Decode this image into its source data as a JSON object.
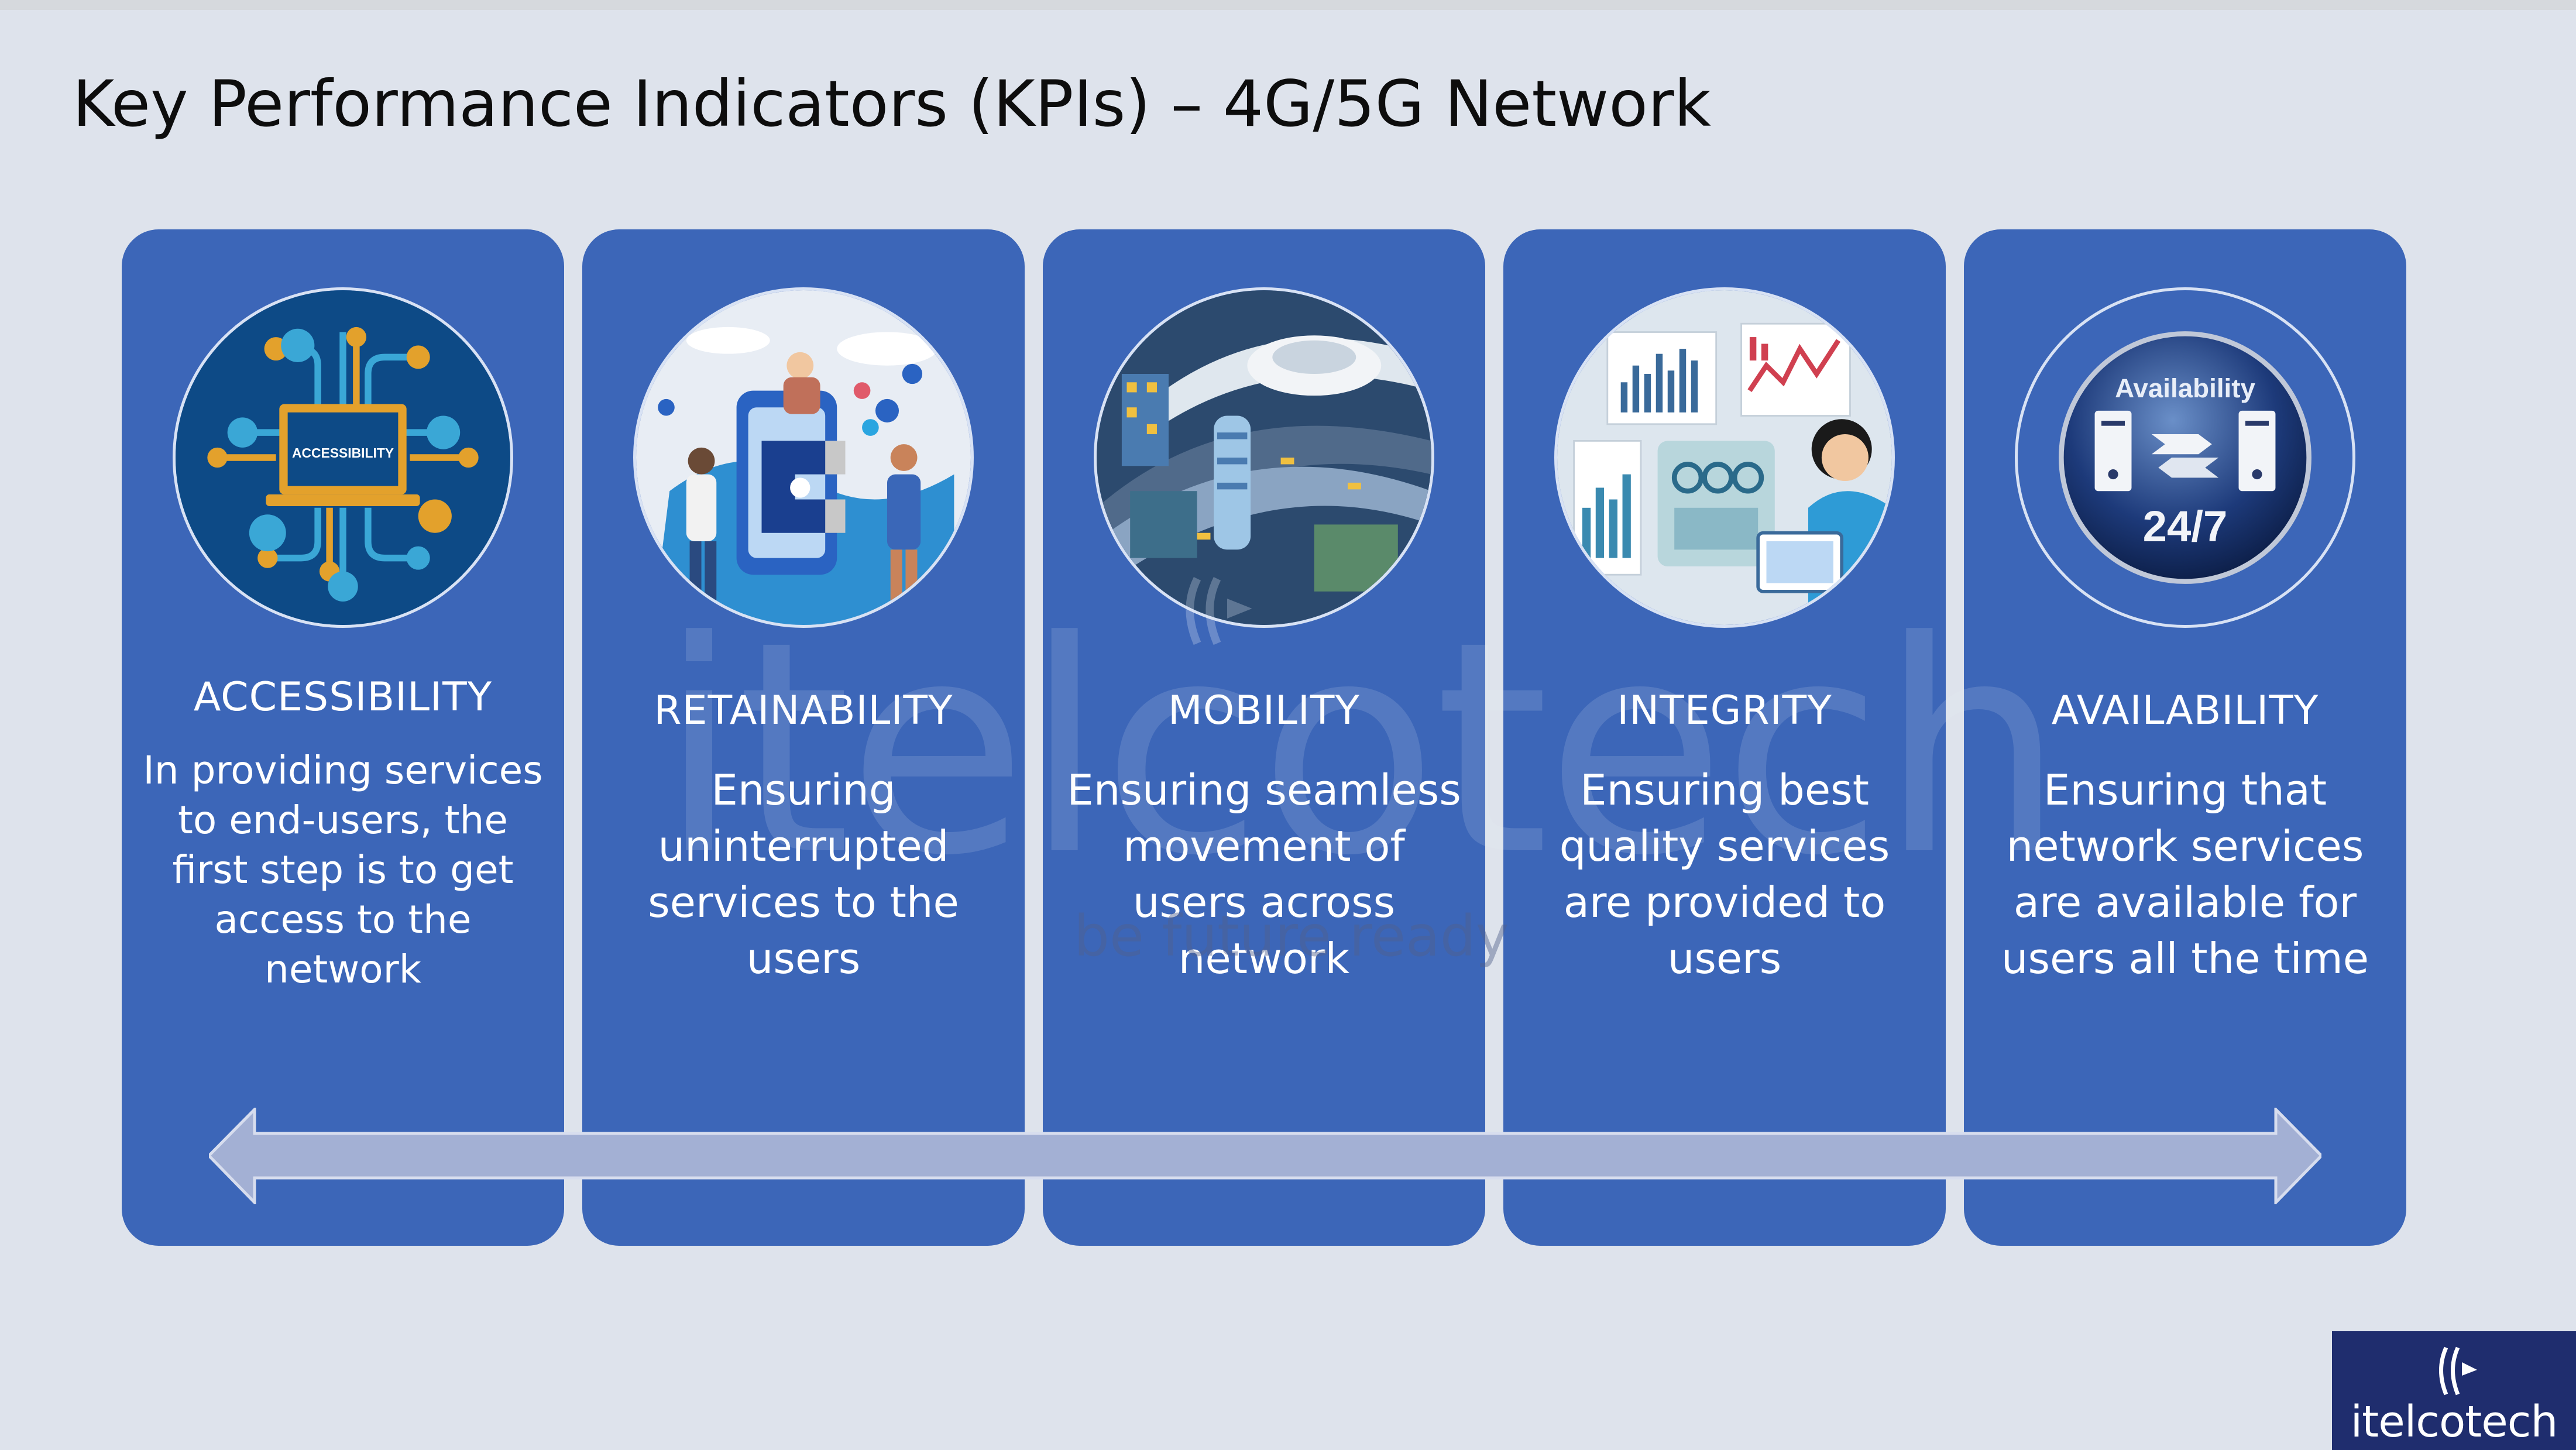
{
  "slide": {
    "title": "Key Performance Indicators (KPIs) – 4G/5G Network"
  },
  "kpis": [
    {
      "title": "ACCESSIBILITY",
      "description": "In providing services to end-users, the first step is to get access to the network",
      "image_label": "ACCESSIBILITY",
      "icon": "accessibility-laptop-icon"
    },
    {
      "title": "RETAINABILITY",
      "description": "Ensuring uninterrupted services to the users",
      "icon": "retention-magnet-icon"
    },
    {
      "title": "MOBILITY",
      "description": "Ensuring seamless movement of users across network",
      "icon": "smart-city-icon"
    },
    {
      "title": "INTEGRITY",
      "description": "Ensuring best quality services are provided to users",
      "icon": "analytics-dashboard-icon"
    },
    {
      "title": "AVAILABILITY",
      "description": "Ensuring that network services are available for users all the time",
      "image_label": "Availability",
      "image_sublabel": "24/7",
      "icon": "availability-server-icon"
    }
  ],
  "watermark": {
    "brand": "itelcotech",
    "tagline": "be future ready"
  },
  "logo": {
    "text": "itelcotech"
  },
  "colors": {
    "background": "#dee3ec",
    "card": "#3c66b8",
    "arrow": "#a3b0d4",
    "logo_bg": "#1f2d6e"
  }
}
